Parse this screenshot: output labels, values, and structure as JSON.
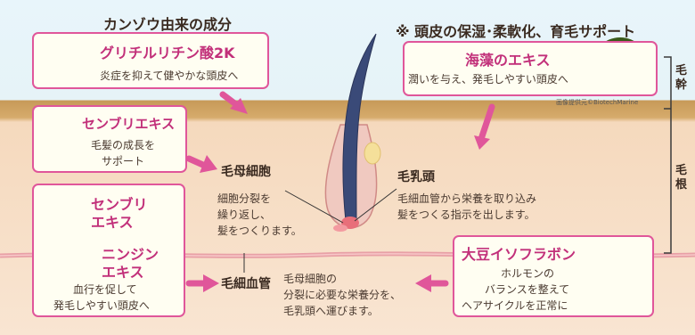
{
  "headings": {
    "kanzou_origin": "カンゾウ由来の成分",
    "scalp_support": "※ 頭皮の保湿･柔軟化、育毛サポート"
  },
  "boxes": {
    "glycyrrhizin": {
      "title": "グリチルリチン酸2K",
      "desc": "炎症を抑えて健やかな頭皮へ"
    },
    "senburi_extract": {
      "title": "センブリエキス",
      "desc1": "毛髪の成長を",
      "desc2": "サポート"
    },
    "senburi_ninjin": {
      "title1a": "センブリ",
      "title1b": "エキス",
      "title2a": "ニンジン",
      "title2b": "エキス",
      "desc1": "血行を促して",
      "desc2": "発毛しやすい頭皮へ"
    },
    "seaweed": {
      "title": "海藻のエキス",
      "desc": "潤いを与え、発毛しやすい頭皮へ",
      "credit": "画像提供元©BiotechMarine"
    },
    "soy": {
      "title": "大豆イソフラボン",
      "desc1": "ホルモンの",
      "desc2": "バランスを整えて",
      "desc3": "ヘアサイクルを正常に"
    }
  },
  "labels": {
    "hair_matrix": {
      "title": "毛母細胞",
      "desc1": "細胞分裂を",
      "desc2": "繰り返し、",
      "desc3": "髪をつくります。"
    },
    "papilla": {
      "title": "毛乳頭",
      "desc1": "毛細血管から栄養を取り込み",
      "desc2": "髪をつくる指示を出します。"
    },
    "capillary": {
      "title": "毛細血管",
      "desc1": "毛母細胞の",
      "desc2": "分裂に必要な栄養分を、",
      "desc3": "毛乳頭へ運びます。"
    }
  },
  "side_labels": {
    "shaft": "毛幹",
    "root": "毛根"
  },
  "colors": {
    "accent": "#e0569a",
    "title_text": "#c2307a",
    "skin": "#f9e5d2",
    "sky": "#e8f5fb"
  }
}
